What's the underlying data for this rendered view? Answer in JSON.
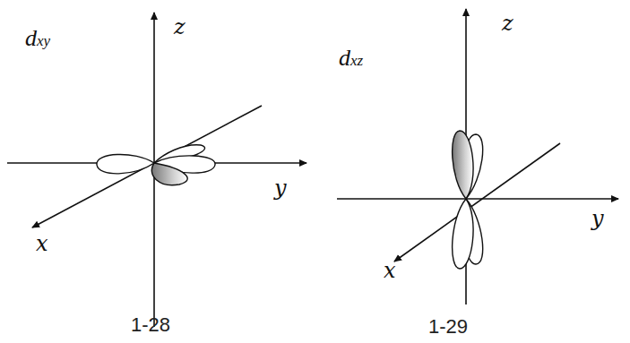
{
  "diagram": {
    "labels": [
      "dxy",
      "z",
      "y",
      "x",
      "1-28",
      "dxz",
      "z",
      "y",
      "x",
      "1-29"
    ]
  }
}
